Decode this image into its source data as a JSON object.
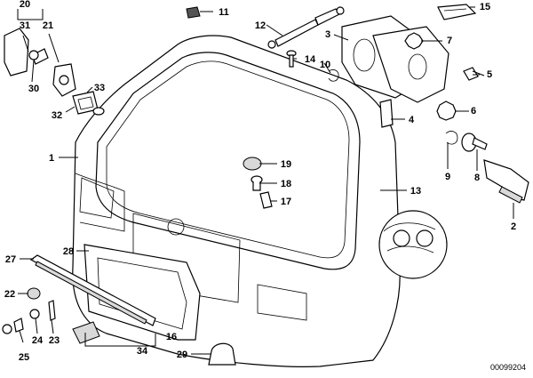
{
  "diagram": {
    "reference_code": "00099204",
    "callouts": [
      "20",
      "31",
      "21",
      "30",
      "33",
      "32",
      "11",
      "12",
      "14",
      "3",
      "10",
      "7",
      "15",
      "5",
      "6",
      "4",
      "9",
      "8",
      "2",
      "1",
      "19",
      "18",
      "17",
      "13",
      "28",
      "27",
      "22",
      "24",
      "23",
      "25",
      "16",
      "34",
      "29"
    ]
  }
}
